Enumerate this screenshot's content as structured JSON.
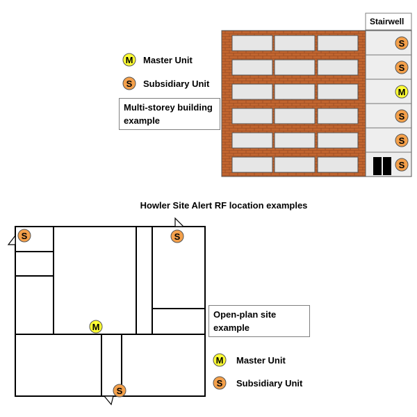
{
  "colors": {
    "master_fill": "#ffff33",
    "subsidiary_fill": "#f4a04a",
    "brick": "#c1652f",
    "window": "#e6e6e6",
    "stair": "#eeeeee"
  },
  "legend_top": {
    "master_letter": "M",
    "master_label": "Master Unit",
    "subsidiary_letter": "S",
    "subsidiary_label": "Subsidiary Unit"
  },
  "building": {
    "caption_line1": "Multi-storey building",
    "caption_line2": "example",
    "stairwell_label": "Stairwell",
    "floor_units": [
      "S",
      "S",
      "M",
      "S",
      "S",
      "S"
    ]
  },
  "title": "Howler Site Alert RF location examples",
  "openplan": {
    "caption_line1": "Open-plan site",
    "caption_line2": "example",
    "units": [
      "S",
      "S",
      "M",
      "S"
    ]
  },
  "legend_bottom": {
    "master_letter": "M",
    "master_label": "Master Unit",
    "subsidiary_letter": "S",
    "subsidiary_label": "Subsidiary Unit"
  }
}
